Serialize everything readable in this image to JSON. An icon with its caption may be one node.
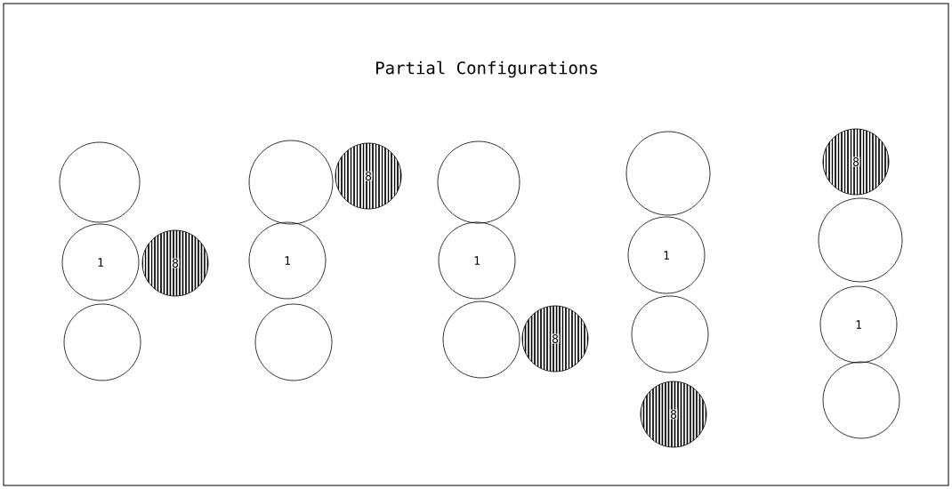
{
  "diagram": {
    "title": "Partial Configurations",
    "nodes": [
      {
        "text": [],
        "shape": "circle"
      },
      {
        "text": [
          "1"
        ]
      },
      {
        "text": [],
        "shape": "circle"
      },
      {
        "text": [
          "8"
        ]
      },
      {
        "text": [],
        "shape": "circle"
      },
      {
        "text": [
          "1"
        ]
      },
      {
        "text": [],
        "shape": "circle"
      },
      {
        "text": [
          "8"
        ]
      },
      {
        "text": [],
        "shape": "circle"
      },
      {
        "text": [
          "1"
        ]
      },
      {
        "text": [],
        "shape": "circle"
      },
      {
        "text": [
          "8"
        ]
      },
      {
        "text": [],
        "shape": "circle"
      },
      {
        "text": [
          "1"
        ]
      },
      {
        "text": [],
        "shape": "circle"
      },
      {
        "text": [
          "8"
        ]
      },
      {
        "text": [
          "8"
        ]
      },
      {
        "text": [],
        "shape": "circle"
      },
      {
        "text": [
          "1"
        ]
      },
      {
        "text": [],
        "shape": "circle"
      }
    ]
  }
}
